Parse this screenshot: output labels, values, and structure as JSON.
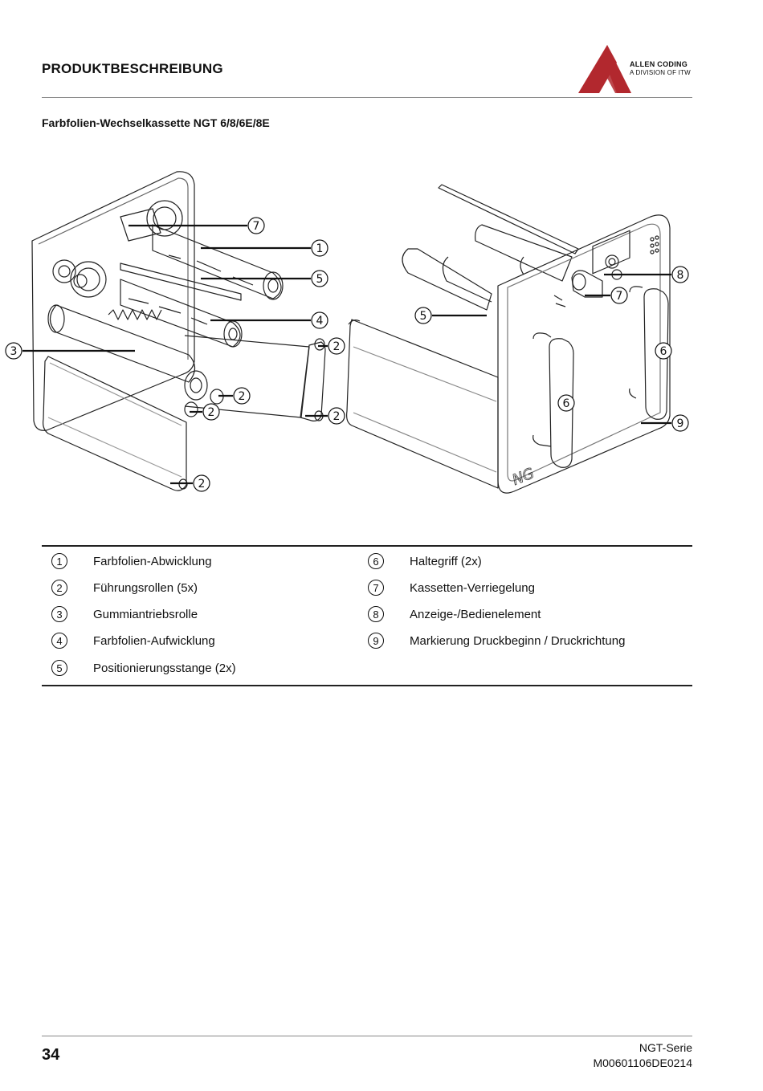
{
  "header": {
    "section_title": "PRODUKTBESCHREIBUNG",
    "logo_line1": "ALLEN CODING",
    "logo_line2": "A DIVISION OF ITW",
    "logo_color": "#b2282e"
  },
  "subtitle": "Farbfolien-Wechselkassette NGT 6/8/6E/8E",
  "figure": {
    "callouts": [
      "1",
      "2",
      "3",
      "4",
      "5",
      "6",
      "7",
      "8",
      "9"
    ],
    "housing_label": "NG"
  },
  "legend": {
    "items": [
      {
        "num": "1",
        "label": "Farbfolien-Abwicklung"
      },
      {
        "num": "2",
        "label": "Führungsrollen (5x)"
      },
      {
        "num": "3",
        "label": "Gummiantriebsrolle"
      },
      {
        "num": "4",
        "label": "Farbfolien-Aufwicklung"
      },
      {
        "num": "5",
        "label": "Positionierungsstange (2x)"
      },
      {
        "num": "6",
        "label": "Haltegriff (2x)"
      },
      {
        "num": "7",
        "label": "Kassetten-Verriegelung"
      },
      {
        "num": "8",
        "label": "Anzeige-/Bedienelement"
      },
      {
        "num": "9",
        "label": "Markierung Druckbeginn / Druckrichtung"
      }
    ]
  },
  "footer": {
    "page_number": "34",
    "series": "NGT-Serie",
    "doc_number": "M00601106DE0214"
  }
}
